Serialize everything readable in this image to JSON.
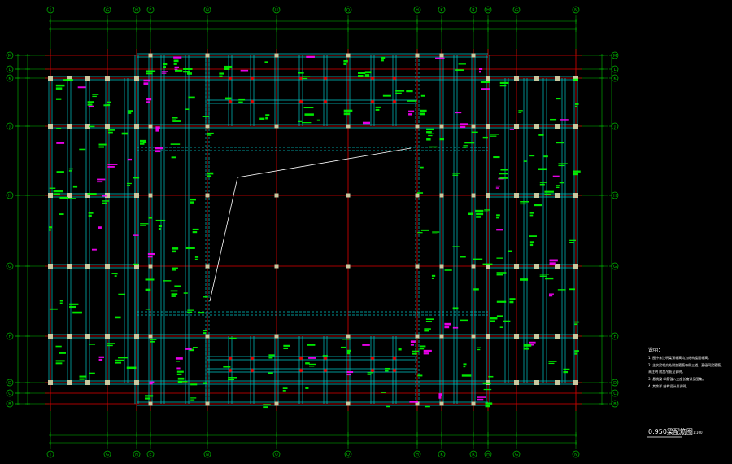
{
  "colors": {
    "background": "#000000",
    "axis": "#e00000",
    "dimension": "#00c000",
    "beam": "#00c8c8",
    "column": "#c8c8a0",
    "annotation": "#00ff00",
    "tag": "#ff00ff",
    "white": "#ffffff"
  },
  "axes": {
    "cols": [
      "J",
      "G",
      "H",
      "E",
      "N",
      "U",
      "Q",
      "H",
      "K",
      "R",
      "H",
      "G",
      "N",
      "W"
    ],
    "rows": [
      "M",
      "L",
      "K",
      "J",
      "H",
      "G",
      "F",
      "D",
      "C",
      "B"
    ]
  },
  "drawing": {
    "title": "0.950梁配筋图",
    "scale": "1:100"
  },
  "notes": {
    "heading": "说明：",
    "items": [
      "1. 图中未注明梁顶标高均为结构楼面标高。",
      "2. 主次梁相交处附加箍筋每侧三道，直径同梁箍筋。",
      "   未注明 附加吊筋见说明。",
      "3. 悬挑梁 纵筋锚入支座长度详见图集。",
      "4. 其余详 结构设计总说明。"
    ]
  }
}
